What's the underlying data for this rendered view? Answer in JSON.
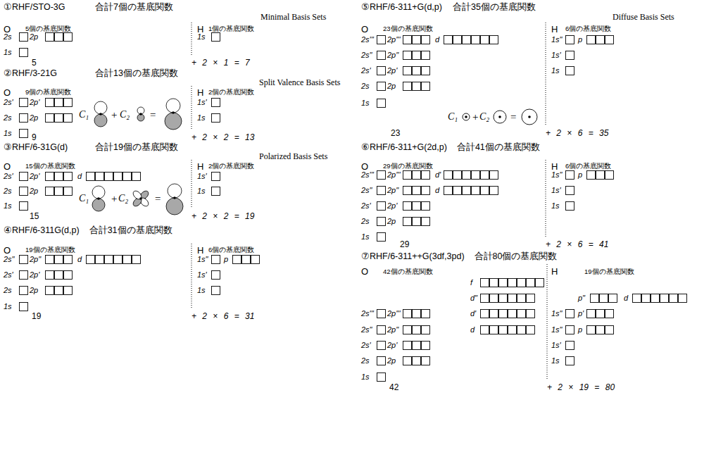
{
  "diagram": {
    "labels": [
      "①RHF/STO-3G",
      "合計7個の基底関数",
      "Minimal Basis Sets",
      "O",
      "5個の基底関数",
      "2s",
      "2p",
      "1s",
      "5",
      "H",
      "1個の基底関数",
      "1s",
      "+ 2 × 1 = 7",
      "②RHF/3-21G",
      "合計13個の基底関数",
      "Split Valence Basis Sets",
      "O",
      "9個の基底関数",
      "2s'",
      "2p'",
      "2s",
      "2p",
      "1s",
      "C₁",
      "+",
      "C₂",
      "=",
      "9",
      "H",
      "2個の基底関数",
      "1s'",
      "1s",
      "+ 2 × 2 = 13",
      "③RHF/6-31G(d)",
      "合計19個の基底関数",
      "Polarized Basis Sets",
      "O",
      "15個の基底関数",
      "2s'",
      "2p'",
      "d",
      "2s",
      "2p",
      "1s",
      "C₁",
      "+",
      "C₂",
      "=",
      "15",
      "H",
      "2個の基底関数",
      "1s'",
      "1s",
      "+ 2 × 2 = 19",
      "④RHF/6-311G(d,p)",
      "合計31個の基底関数",
      "O",
      "19個の基底関数",
      "2s\"",
      "2p\"",
      "d",
      "2s'",
      "2p'",
      "2s",
      "2p",
      "1s",
      "19",
      "H",
      "6個の基底関数",
      "1s\"",
      "p",
      "1s'",
      "1s",
      "+ 2 × 6 = 31",
      "⑤RHF/6-311+G(d,p)",
      "合計35個の基底関数",
      "Diffuse Basis Sets",
      "O",
      "23個の基底関数",
      "2s'''",
      "2p'''",
      "d",
      "2s\"",
      "2p\"",
      "2s'",
      "2p'",
      "2s",
      "2p",
      "1s",
      "C₁",
      "+",
      "C₂",
      "=",
      "23",
      "H",
      "6個の基底関数",
      "1s\"",
      "p",
      "1s'",
      "1s",
      "+ 2 × 6 = 35",
      "⑥RHF/6-311+G(2d,p)",
      "合計41個の基底関数",
      "O",
      "29個の基底関数",
      "2s'''",
      "2p'''",
      "d'",
      "2s\"",
      "2p\"",
      "d",
      "2s'",
      "2p'",
      "2s",
      "2p",
      "1s",
      "29",
      "H",
      "6個の基底関数",
      "1s\"",
      "p",
      "1s'",
      "1s",
      "+ 2 × 6 = 41",
      "⑦RHF/6-311++G(3df,3pd)",
      "合計80個の基底関数",
      "O",
      "42個の基底関数",
      "f",
      "d\"",
      "2s'''",
      "2p'''",
      "d'",
      "2s\"",
      "2p\"",
      "d",
      "2s'",
      "2p'",
      "2s",
      "2p",
      "1s",
      "42",
      "H",
      "19個の基底関数",
      "p\"",
      "d",
      "1s\"",
      "p'",
      "1s\"",
      "p",
      "1s'",
      "1s",
      "+ 2 × 19 = 80"
    ]
  }
}
